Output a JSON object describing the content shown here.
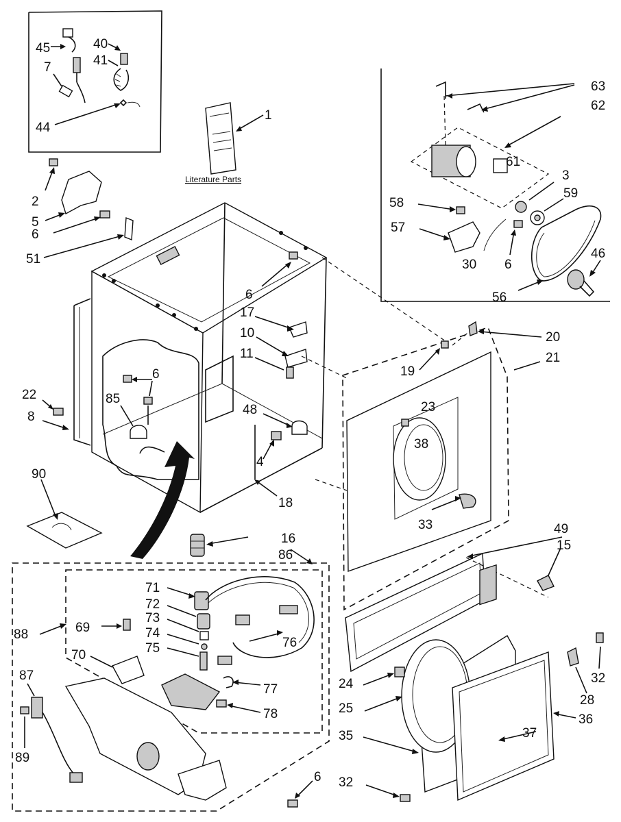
{
  "caption": "Literature Parts",
  "callouts": [
    {
      "id": "c45",
      "text": "45"
    },
    {
      "id": "c7",
      "text": "7"
    },
    {
      "id": "c40",
      "text": "40"
    },
    {
      "id": "c41",
      "text": "41"
    },
    {
      "id": "c44",
      "text": "44"
    },
    {
      "id": "c1",
      "text": "1"
    },
    {
      "id": "c2",
      "text": "2"
    },
    {
      "id": "c5",
      "text": "5"
    },
    {
      "id": "c6a",
      "text": "6"
    },
    {
      "id": "c51",
      "text": "51"
    },
    {
      "id": "c63",
      "text": "63"
    },
    {
      "id": "c62",
      "text": "62"
    },
    {
      "id": "c61",
      "text": "61"
    },
    {
      "id": "c3",
      "text": "3"
    },
    {
      "id": "c59",
      "text": "59"
    },
    {
      "id": "c58",
      "text": "58"
    },
    {
      "id": "c57",
      "text": "57"
    },
    {
      "id": "c46",
      "text": "46"
    },
    {
      "id": "c30",
      "text": "30"
    },
    {
      "id": "c6b",
      "text": "6"
    },
    {
      "id": "c56",
      "text": "56"
    },
    {
      "id": "c6c",
      "text": "6"
    },
    {
      "id": "c17",
      "text": "17"
    },
    {
      "id": "c10",
      "text": "10"
    },
    {
      "id": "c11",
      "text": "11"
    },
    {
      "id": "c20",
      "text": "20"
    },
    {
      "id": "c19",
      "text": "19"
    },
    {
      "id": "c21",
      "text": "21"
    },
    {
      "id": "c22",
      "text": "22"
    },
    {
      "id": "c6d",
      "text": "6"
    },
    {
      "id": "c8",
      "text": "8"
    },
    {
      "id": "c85",
      "text": "85"
    },
    {
      "id": "c48",
      "text": "48"
    },
    {
      "id": "c23",
      "text": "23"
    },
    {
      "id": "c38",
      "text": "38"
    },
    {
      "id": "c4",
      "text": "4"
    },
    {
      "id": "c90",
      "text": "90"
    },
    {
      "id": "c18",
      "text": "18"
    },
    {
      "id": "c33",
      "text": "33"
    },
    {
      "id": "c16",
      "text": "16"
    },
    {
      "id": "c86",
      "text": "86"
    },
    {
      "id": "c49",
      "text": "49"
    },
    {
      "id": "c15",
      "text": "15"
    },
    {
      "id": "c71",
      "text": "71"
    },
    {
      "id": "c72",
      "text": "72"
    },
    {
      "id": "c73",
      "text": "73"
    },
    {
      "id": "c88",
      "text": "88"
    },
    {
      "id": "c69",
      "text": "69"
    },
    {
      "id": "c74",
      "text": "74"
    },
    {
      "id": "c76",
      "text": "76"
    },
    {
      "id": "c75",
      "text": "75"
    },
    {
      "id": "c70",
      "text": "70"
    },
    {
      "id": "c87",
      "text": "87"
    },
    {
      "id": "c77",
      "text": "77"
    },
    {
      "id": "c78",
      "text": "78"
    },
    {
      "id": "c24",
      "text": "24"
    },
    {
      "id": "c25",
      "text": "25"
    },
    {
      "id": "c35",
      "text": "35"
    },
    {
      "id": "c37",
      "text": "37"
    },
    {
      "id": "c36",
      "text": "36"
    },
    {
      "id": "c32a",
      "text": "32"
    },
    {
      "id": "c28",
      "text": "28"
    },
    {
      "id": "c89",
      "text": "89"
    },
    {
      "id": "c6e",
      "text": "6"
    },
    {
      "id": "c32b",
      "text": "32"
    }
  ]
}
